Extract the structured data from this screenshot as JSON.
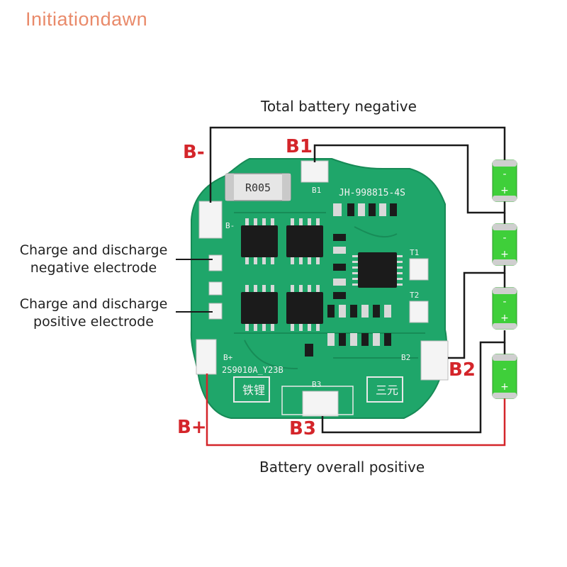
{
  "brand": "Initiationdawn",
  "captions": {
    "top": "Total battery negative",
    "bottom": "Battery overall positive"
  },
  "tags": {
    "b_minus": "B-",
    "b1": "B1",
    "b2": "B2",
    "b3": "B3",
    "b_plus": "B+"
  },
  "side_labels": {
    "charge_negative_l1": "Charge and discharge",
    "charge_negative_l2": "negative electrode",
    "charge_positive_l1": "Charge and discharge",
    "charge_positive_l2": "positive electrode"
  },
  "board": {
    "resistor": "R005",
    "model": "JH-998815-4S",
    "code": "2S9010A_Y23B",
    "pad_b_minus": "B-",
    "pad_b1": "B1",
    "pad_b2": "B2",
    "pad_b3": "B3",
    "pad_b_plus": "B+",
    "t1": "T1",
    "t2": "T2",
    "box_left": "铁锂",
    "box_right": "三元"
  },
  "colors": {
    "board": "#1fa66a",
    "wire_black": "#1a1a1a",
    "wire_red": "#d4252a",
    "cell_green": "#3fcf3a",
    "tag_red": "#d4252a",
    "brand": "#e98a6a"
  }
}
